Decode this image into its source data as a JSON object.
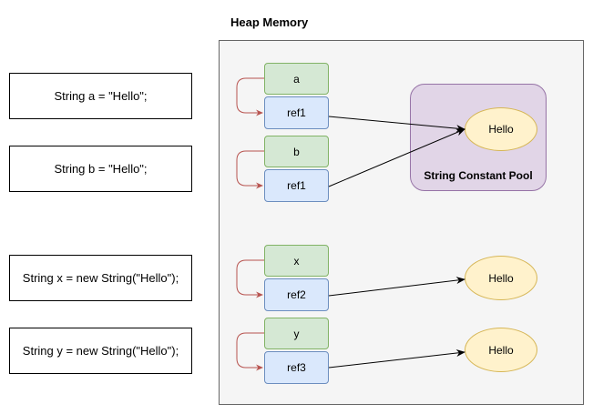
{
  "code": [
    "String a = \"Hello\";",
    "String b = \"Hello\";",
    "String x = new String(\"Hello\");",
    "String y = new String(\"Hello\");"
  ],
  "heap": {
    "title": "Heap Memory",
    "variables": [
      {
        "name": "a",
        "ref": "ref1"
      },
      {
        "name": "b",
        "ref": "ref1"
      },
      {
        "name": "x",
        "ref": "ref2"
      },
      {
        "name": "y",
        "ref": "ref3"
      }
    ],
    "pool": {
      "label": "String Constant Pool",
      "value": "Hello"
    },
    "objects": [
      "Hello",
      "Hello"
    ]
  },
  "colors": {
    "variable_fill": "#d5e8d4",
    "reference_fill": "#dae8fc",
    "pool_fill": "#e1d5e7",
    "object_fill": "#fff2cc",
    "link_color": "#b85450"
  }
}
